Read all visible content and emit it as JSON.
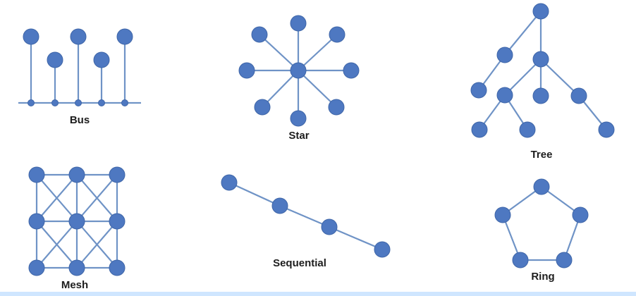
{
  "diagrams": {
    "bus": {
      "label": "Bus"
    },
    "star": {
      "label": "Star"
    },
    "tree": {
      "label": "Tree"
    },
    "mesh": {
      "label": "Mesh"
    },
    "sequential": {
      "label": "Sequential"
    },
    "ring": {
      "label": "Ring"
    }
  },
  "colors": {
    "node": "#4e78c1",
    "edge": "#6f93c6",
    "label": "#1d1d1d"
  }
}
